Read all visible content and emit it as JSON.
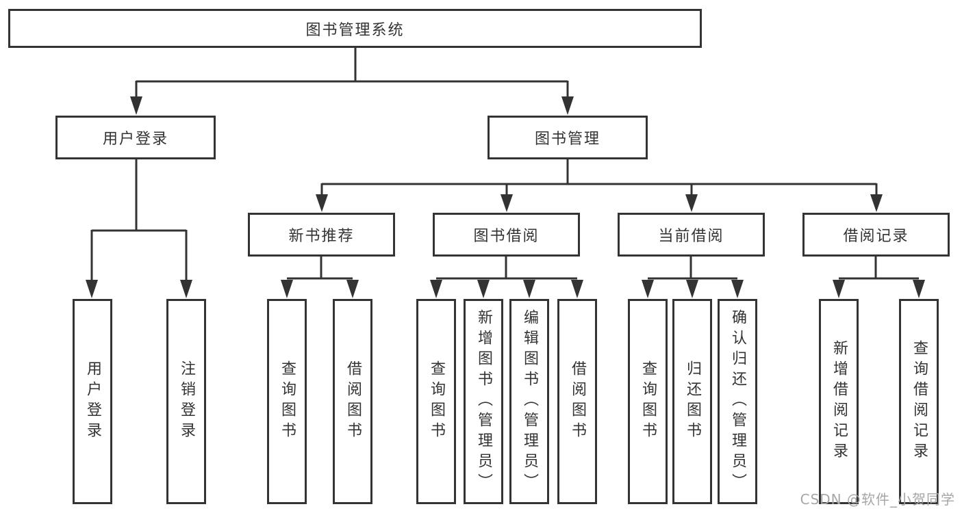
{
  "tree": {
    "root": {
      "label": "图书管理系统",
      "children": [
        {
          "label": "用户登录",
          "children": [
            {
              "label": "用户登录"
            },
            {
              "label": "注销登录"
            }
          ]
        },
        {
          "label": "图书管理",
          "children": [
            {
              "label": "新书推荐",
              "children": [
                {
                  "label": "查询图书"
                },
                {
                  "label": "借阅图书"
                }
              ]
            },
            {
              "label": "图书借阅",
              "children": [
                {
                  "label": "查询图书"
                },
                {
                  "label": "新增图书（管理员）"
                },
                {
                  "label": "编辑图书（管理员）"
                },
                {
                  "label": "借阅图书"
                }
              ]
            },
            {
              "label": "当前借阅",
              "children": [
                {
                  "label": "查询图书"
                },
                {
                  "label": "归还图书"
                },
                {
                  "label": "确认归还（管理员）"
                }
              ]
            },
            {
              "label": "借阅记录",
              "children": [
                {
                  "label": "新增借阅记录"
                },
                {
                  "label": "查询借阅记录"
                }
              ]
            }
          ]
        }
      ]
    }
  },
  "watermark": {
    "text": "CSDN @软件_小贺同学"
  },
  "colors": {
    "background": "#ffffff",
    "line": "#333333",
    "box_border": "#333333",
    "text": "#333333",
    "watermark": "#a6a6a6"
  }
}
